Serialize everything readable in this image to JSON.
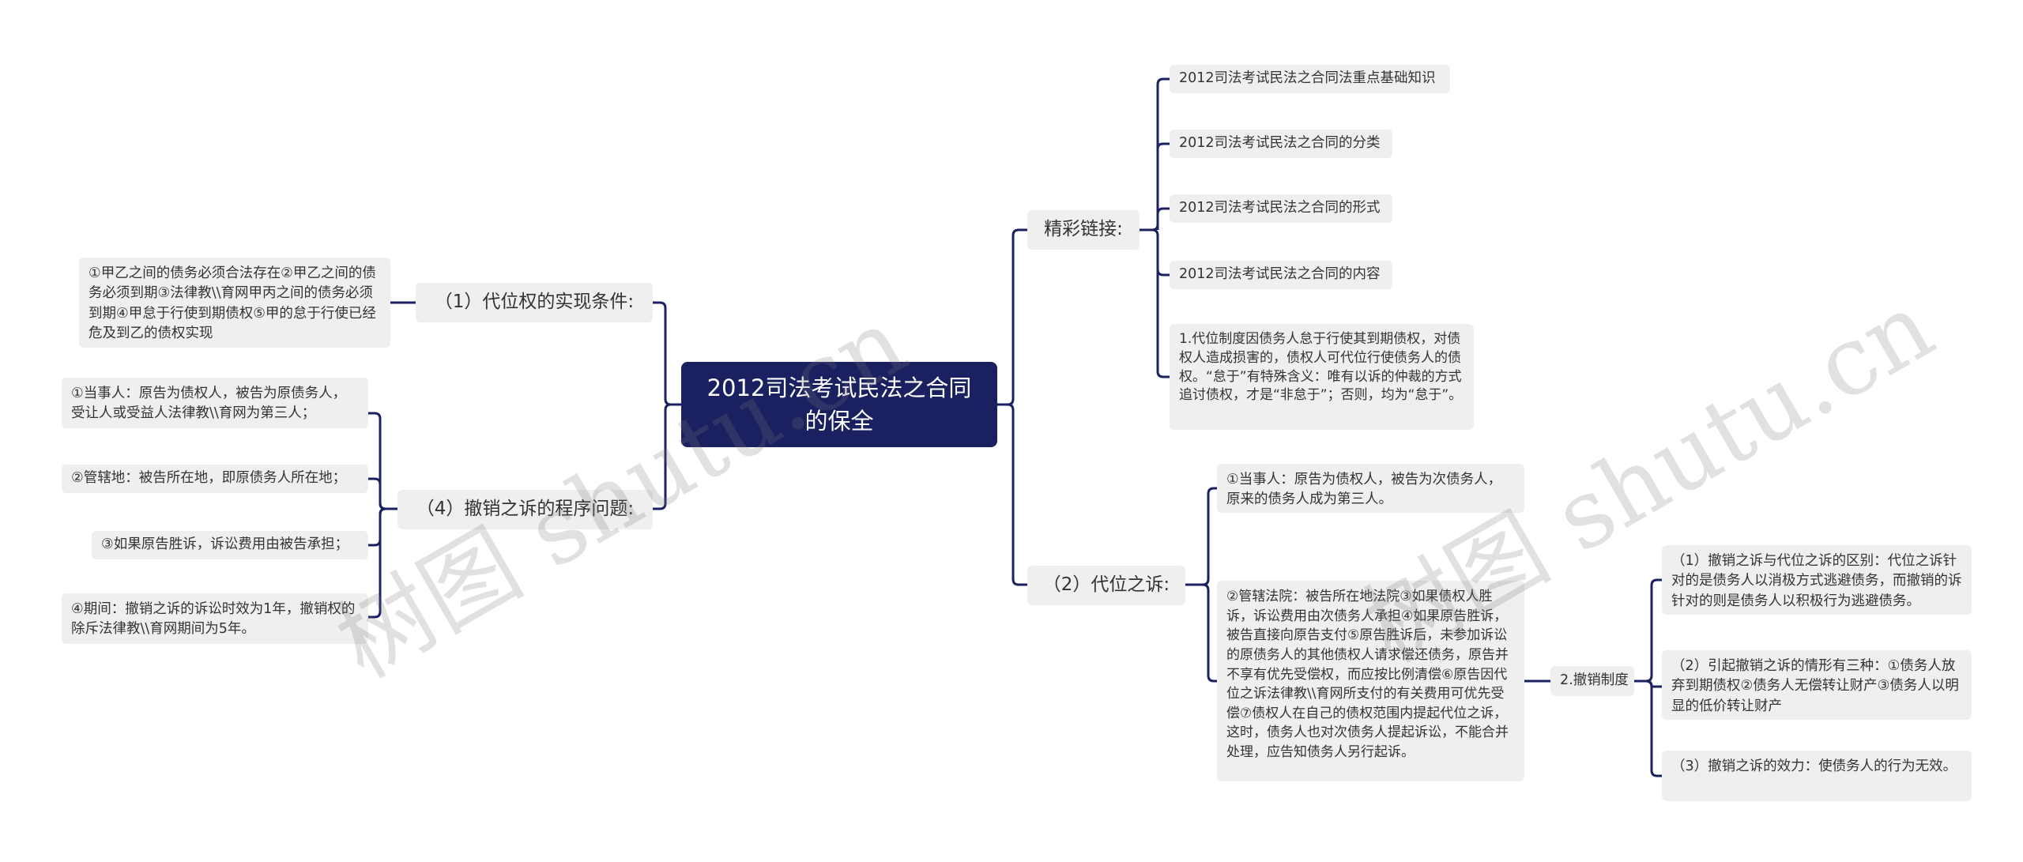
{
  "root": {
    "title": "2012司法考试民法之合同的保全"
  },
  "right": {
    "links": {
      "label": "精彩链接:",
      "items": [
        "2012司法考试民法之合同法重点基础知识",
        "2012司法考试民法之合同的分类",
        "2012司法考试民法之合同的形式",
        "2012司法考试民法之合同的内容",
        "1.代位制度因债务人怠于行使其到期债权，对债权人造成损害的，债权人可代位行使债务人的债权。“怠于”有特殊含义：唯有以诉的仲裁的方式追讨债权，才是“非怠于”；否则，均为“怠于”。"
      ]
    },
    "subrogation_suit": {
      "label": "（2）代位之诉:",
      "items": [
        "①当事人：原告为债权人，被告为次债务人，原来的债务人成为第三人。",
        "②管辖法院：被告所在地法院③如果债权人胜诉，诉讼费用由次债务人承担④如果原告胜诉，被告直接向原告支付⑤原告胜诉后，未参加诉讼的原债务人的其他债权人请求偿还债务，原告并不享有优先受偿权，而应按比例清偿⑥原告因代位之诉法律教\\\\育网所支付的有关费用可优先受偿⑦债权人在自己的债权范围内提起代位之诉，这时，债务人也对次债务人提起诉讼，不能合并处理，应告知债务人另行起诉。"
      ],
      "revocation": {
        "label": "2.撤销制度",
        "items": [
          "（1）撤销之诉与代位之诉的区别：代位之诉针对的是债务人以消极方式逃避债务，而撤销的诉针对的则是债务人以积极行为逃避债务。",
          "（2）引起撤销之诉的情形有三种：①债务人放弃到期债权②债务人无偿转让财产③债务人以明显的低价转让财产",
          "（3）撤销之诉的效力：使债务人的行为无效。"
        ]
      }
    }
  },
  "left": {
    "conditions": {
      "label": "（1）代位权的实现条件:",
      "items": [
        "①甲乙之间的债务必须合法存在②甲乙之间的债务必须到期③法律教\\\\育网甲丙之间的债务必须到期④甲怠于行使到期债权⑤甲的怠于行使已经危及到乙的债权实现"
      ]
    },
    "procedure": {
      "label": "（4）撤销之诉的程序问题:",
      "items": [
        "①当事人：原告为债权人，被告为原债务人，受让人或受益人法律教\\\\育网为第三人；",
        "②管辖地：被告所在地，即原债务人所在地；",
        "③如果原告胜诉，诉讼费用由被告承担；",
        "④期间：撤销之诉的诉讼时效为1年，撤销权的除斥法律教\\\\育网期间为5年。"
      ]
    }
  },
  "watermark": {
    "text": "树图 shutu.cn"
  },
  "colors": {
    "root_bg": "#1b2160",
    "line": "#1b2160",
    "node_bg": "#efefef",
    "text": "#333333"
  }
}
